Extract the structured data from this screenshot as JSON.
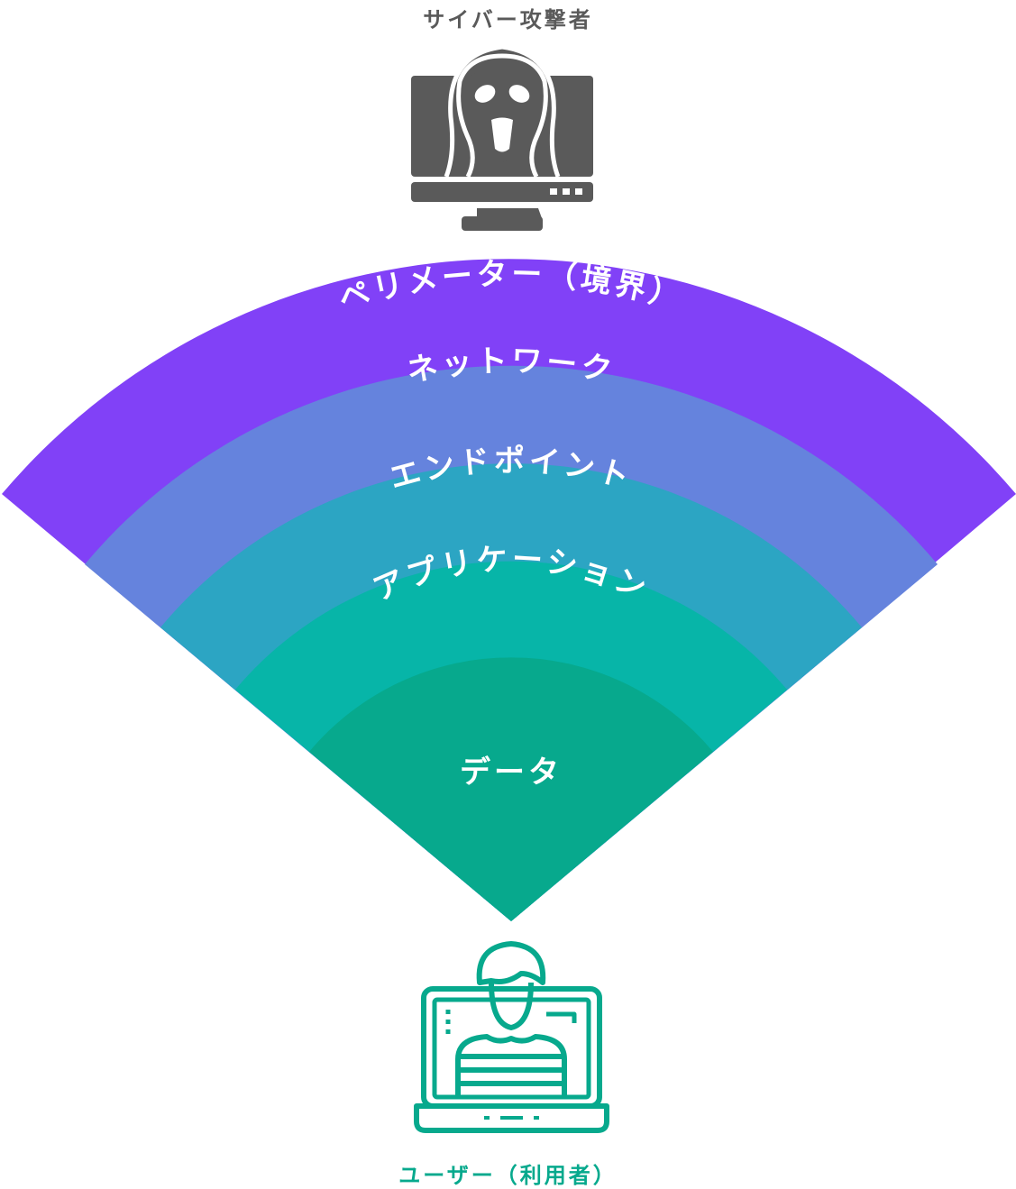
{
  "attacker": {
    "label": "サイバー攻撃者",
    "icon": "scream-mask-monitor-icon",
    "color": "#5a5a5a"
  },
  "user": {
    "label": "ユーザー（利用者）",
    "icon": "user-laptop-icon",
    "color": "#07a98d"
  },
  "layers": [
    {
      "label": "ペリメーター（境界）",
      "color": "#8141f7"
    },
    {
      "label": "ネットワーク",
      "color": "#6583dd"
    },
    {
      "label": "エンドポイント",
      "color": "#2ca5c3"
    },
    {
      "label": "アプリケーション",
      "color": "#07b5a8"
    },
    {
      "label": "データ",
      "color": "#07a98d"
    }
  ]
}
